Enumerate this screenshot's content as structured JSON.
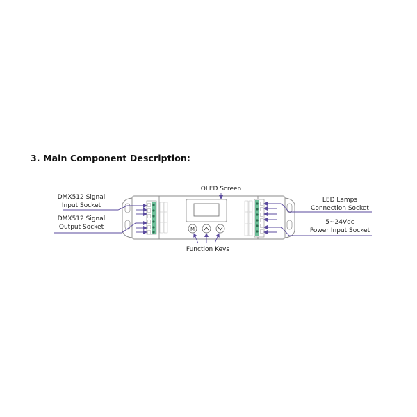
{
  "heading": "3.  Main Component Description:",
  "labels": {
    "dmx_input_line1": "DMX512 Signal",
    "dmx_input_line2": "Input Socket",
    "dmx_output_line1": "DMX512 Signal",
    "dmx_output_line2": "Output Socket",
    "oled": "OLED Screen",
    "function_keys": "Function Keys",
    "led_line1": "LED Lamps",
    "led_line2": "Connection Socket",
    "power_line1": "5~24Vdc",
    "power_line2": "Power Input Socket"
  },
  "keys": {
    "mode": "M",
    "up": "^",
    "down": "v"
  },
  "colors": {
    "arrow": "#5a4a9e",
    "terminal_green": "#6fbf9a",
    "outline": "#8a8a8a",
    "text": "#222222"
  }
}
